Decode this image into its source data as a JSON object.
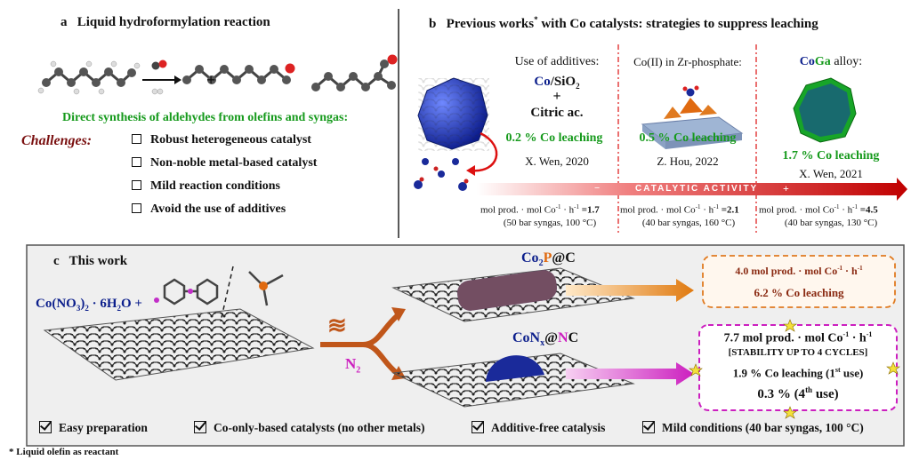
{
  "panel_a": {
    "letter": "a",
    "title": "Liquid hydroformylation reaction",
    "plus": "+",
    "subtitle": "Direct synthesis of aldehydes from olefins and syngas:",
    "challenges_label": "Challenges:",
    "challenges": [
      "Robust heterogeneous catalyst",
      "Non-noble metal-based catalyst",
      "Mild reaction conditions",
      "Avoid the use of additives"
    ]
  },
  "panel_b": {
    "letter": "b",
    "title_pre": "Previous works",
    "title_star": "*",
    "title_post": " with Co catalysts: strategies to suppress leaching",
    "col1": {
      "header": "Use of additives:",
      "formula_co": "Co",
      "formula_rest": "/SiO",
      "formula_sub": "2",
      "plus": "+",
      "additive": "Citric ac.",
      "leaching": "0.2 % Co leaching",
      "ref": "X. Wen, 2020",
      "activity_pre": "mol prod. · mol Co",
      "activity_sup": "-1",
      "activity_mid": " · h",
      "activity_sup2": "-1",
      "activity_val": " =1.7",
      "conditions": "(50 bar syngas, 100 °C)"
    },
    "col2": {
      "header": "Co(II) in Zr-phosphate:",
      "leaching": "0.5 % Co leaching",
      "ref": "Z. Hou, 2022",
      "activity_pre": "mol prod. · mol Co",
      "activity_sup": "-1",
      "activity_mid": " · h",
      "activity_sup2": "-1",
      "activity_val": " =2.1",
      "conditions": "(40 bar syngas, 160 °C)"
    },
    "col3": {
      "header_co": "Co",
      "header_ga": "Ga",
      "header_rest": " alloy:",
      "leaching": "1.7 % Co leaching",
      "ref": "X. Wen, 2021",
      "activity_pre": "mol prod. · mol Co",
      "activity_sup": "-1",
      "activity_mid": " · h",
      "activity_sup2": "-1",
      "activity_val": " =4.5",
      "conditions": "(40 bar syngas, 130 °C)"
    },
    "arrow_minus": "−",
    "arrow_label": "CATALYTIC ACTIVITY",
    "arrow_plus": "+"
  },
  "panel_c": {
    "letter": "c",
    "title": "This work",
    "precursor_co": "Co(NO",
    "precursor_sub1": "3",
    "precursor_close": ")",
    "precursor_sub2": "2",
    "precursor_rest": " · 6H",
    "precursor_sub3": "2",
    "precursor_o": "O +",
    "heat_symbol": "≋",
    "gas": "N",
    "gas_sub": "2",
    "cat1_co": "Co",
    "cat1_sub": "2",
    "cat1_p": "P",
    "cat1_at": "@C",
    "cat2_co": "CoN",
    "cat2_sub": "x",
    "cat2_at": "@",
    "cat2_n": "N",
    "cat2_c": "C",
    "box1_line1_pre": "4.0 mol prod. · mol Co",
    "box1_line1_sup": "-1",
    "box1_line1_mid": " · h",
    "box1_line1_sup2": "-1",
    "box1_line2": "6.2 % Co leaching",
    "box2_line1_pre": "7.7 mol prod. · mol Co",
    "box2_line1_sup": "-1",
    "box2_line1_mid": " · h",
    "box2_line1_sup2": "-1",
    "box2_line2": "[STABILITY UP TO 4 CYCLES]",
    "box2_line3_pre": "1.9 % Co leaching (1",
    "box2_line3_sup": "st",
    "box2_line3_post": " use)",
    "box2_line4_pre": "0.3 % (4",
    "box2_line4_sup": "th",
    "box2_line4_post": " use)"
  },
  "features": [
    "Easy preparation",
    "Co-only-based catalysts (no other metals)",
    "Additive-free catalysis",
    "Mild conditions (40 bar syngas, 100 °C)"
  ],
  "footnote": "* Liquid olefin as reactant",
  "colors": {
    "navy": "#0c1f8c",
    "green": "#169a1c",
    "maroon": "#7a1010",
    "orange": "#e06a10",
    "magenta": "#cc1fbf",
    "red_arrow": "#c80000"
  }
}
